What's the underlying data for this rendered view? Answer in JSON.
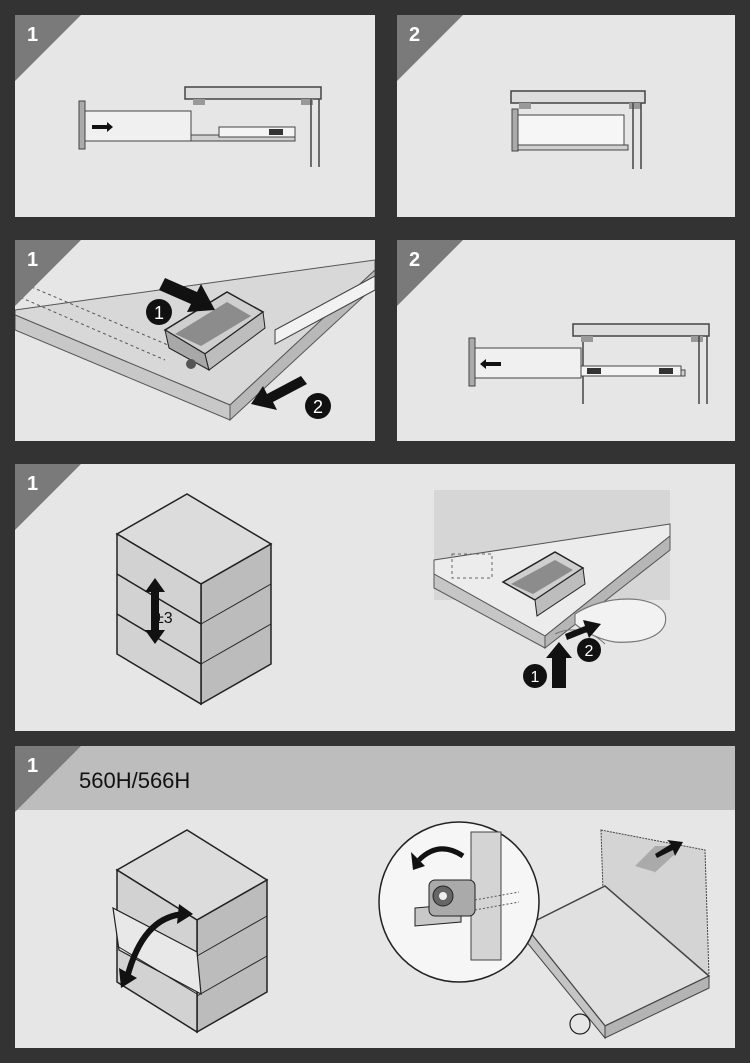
{
  "panels": {
    "row1_left": {
      "step": "1"
    },
    "row1_right": {
      "step": "2"
    },
    "row2_left": {
      "step": "1",
      "callouts": [
        "1",
        "2"
      ]
    },
    "row2_right": {
      "step": "2"
    },
    "row3": {
      "step": "1",
      "tolerance": "±3",
      "callouts": [
        "1",
        "2"
      ]
    },
    "row4": {
      "step": "1",
      "title": "560H/566H"
    }
  },
  "colors": {
    "background": "#333333",
    "panel": "#e6e6e6",
    "corner": "#7a7a7a",
    "header": "#bdbdbd"
  }
}
